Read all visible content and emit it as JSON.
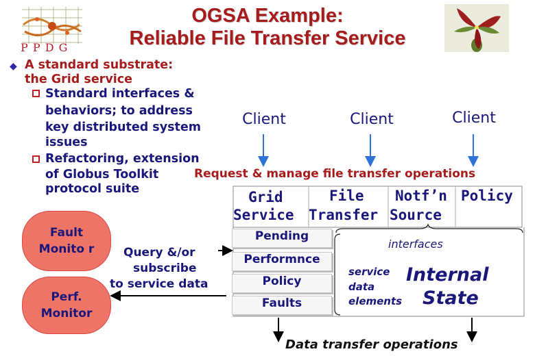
{
  "logo": {
    "text": "P P D G"
  },
  "header": {
    "title_line1": "OGSA Example:",
    "title_line2": "Reliable File Transfer Service"
  },
  "bullets": {
    "main_line1": "A standard substrate:",
    "main_line2": "the Grid service",
    "sub1_lines": [
      "Standard interfaces &",
      "behaviors; to address",
      "key distributed system",
      "issues"
    ],
    "sub2_lines": [
      "Refactoring, extension",
      "of Globus Toolkit",
      "protocol suite"
    ]
  },
  "clients": [
    "Client",
    "Client",
    "Client"
  ],
  "request_label": "Request & manage file transfer operations",
  "service_labels": {
    "grid_service_1": "Grid",
    "grid_service_2": "Service",
    "file_transfer_1": "File",
    "file_transfer_2": "Transfer",
    "notf_source_1": "Notf’n",
    "notf_source_2": "Source",
    "policy": "Policy"
  },
  "service_data_elements": [
    "Pending",
    "Performnce",
    "Policy",
    "Faults"
  ],
  "monitors": {
    "fault": "Fault Monito r",
    "perf": "Perf. Monitor"
  },
  "query_label": [
    "Query &/or",
    "subscribe",
    "to service data"
  ],
  "interfaces_label": "interfaces",
  "sde_caption": [
    "service",
    "data",
    "elements"
  ],
  "internal_state": [
    "Internal",
    "State"
  ],
  "data_transfer_label": "Data transfer operations",
  "colors": {
    "title_red": "#a61b1b",
    "navy": "#19177a",
    "arrow_blue": "#2f73d6",
    "pill": "#ee7566"
  }
}
